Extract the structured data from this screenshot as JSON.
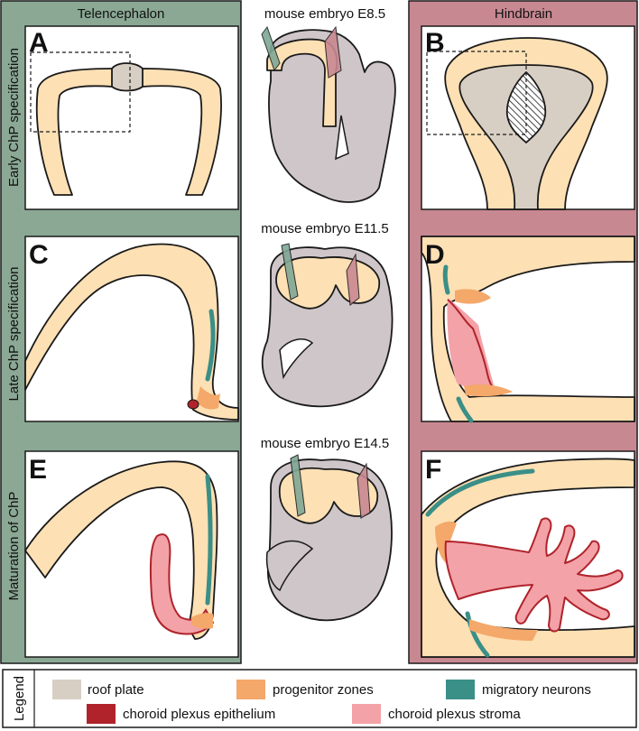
{
  "columns": {
    "left": "Telencephalon",
    "right": "Hindbrain"
  },
  "rows": {
    "row1": "Early ChP specification",
    "row2": "Late ChP specification",
    "row3": "Maturation of ChP"
  },
  "panels": {
    "a": "A",
    "b": "B",
    "c": "C",
    "d": "D",
    "e": "E",
    "f": "F"
  },
  "embryos": {
    "e85": "mouse embryo E8.5",
    "e115": "mouse embryo E11.5",
    "e145": "mouse embryo E14.5"
  },
  "legend": {
    "title": "Legend",
    "items": [
      {
        "label": "roof plate",
        "color": "#d8cfc4"
      },
      {
        "label": "progenitor zones",
        "color": "#f4a86a"
      },
      {
        "label": "migratory neurons",
        "color": "#3a8f87"
      },
      {
        "label": "choroid plexus epithelium",
        "color": "#b0232b"
      },
      {
        "label": "choroid plexus stroma",
        "color": "#f3a2a8"
      }
    ]
  },
  "colors": {
    "telencephalon_bg": "#8aa894",
    "hindbrain_bg": "#c88891",
    "neural_tissue": "#fde0b4",
    "embryo_body": "#cfc6c9"
  }
}
